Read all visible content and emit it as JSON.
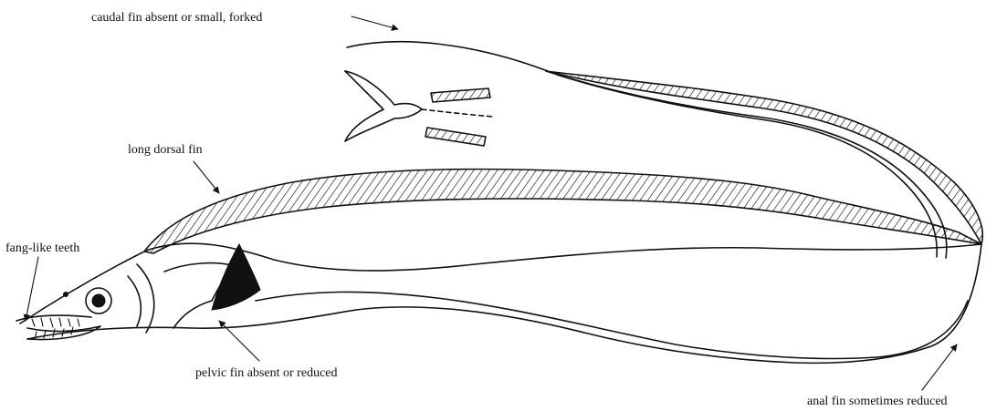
{
  "labels": {
    "caudal": "caudal fin absent or small, forked",
    "dorsal": "long dorsal fin",
    "teeth": "fang-like teeth",
    "pelvic": "pelvic fin absent or reduced",
    "anal": "anal fin sometimes reduced"
  }
}
